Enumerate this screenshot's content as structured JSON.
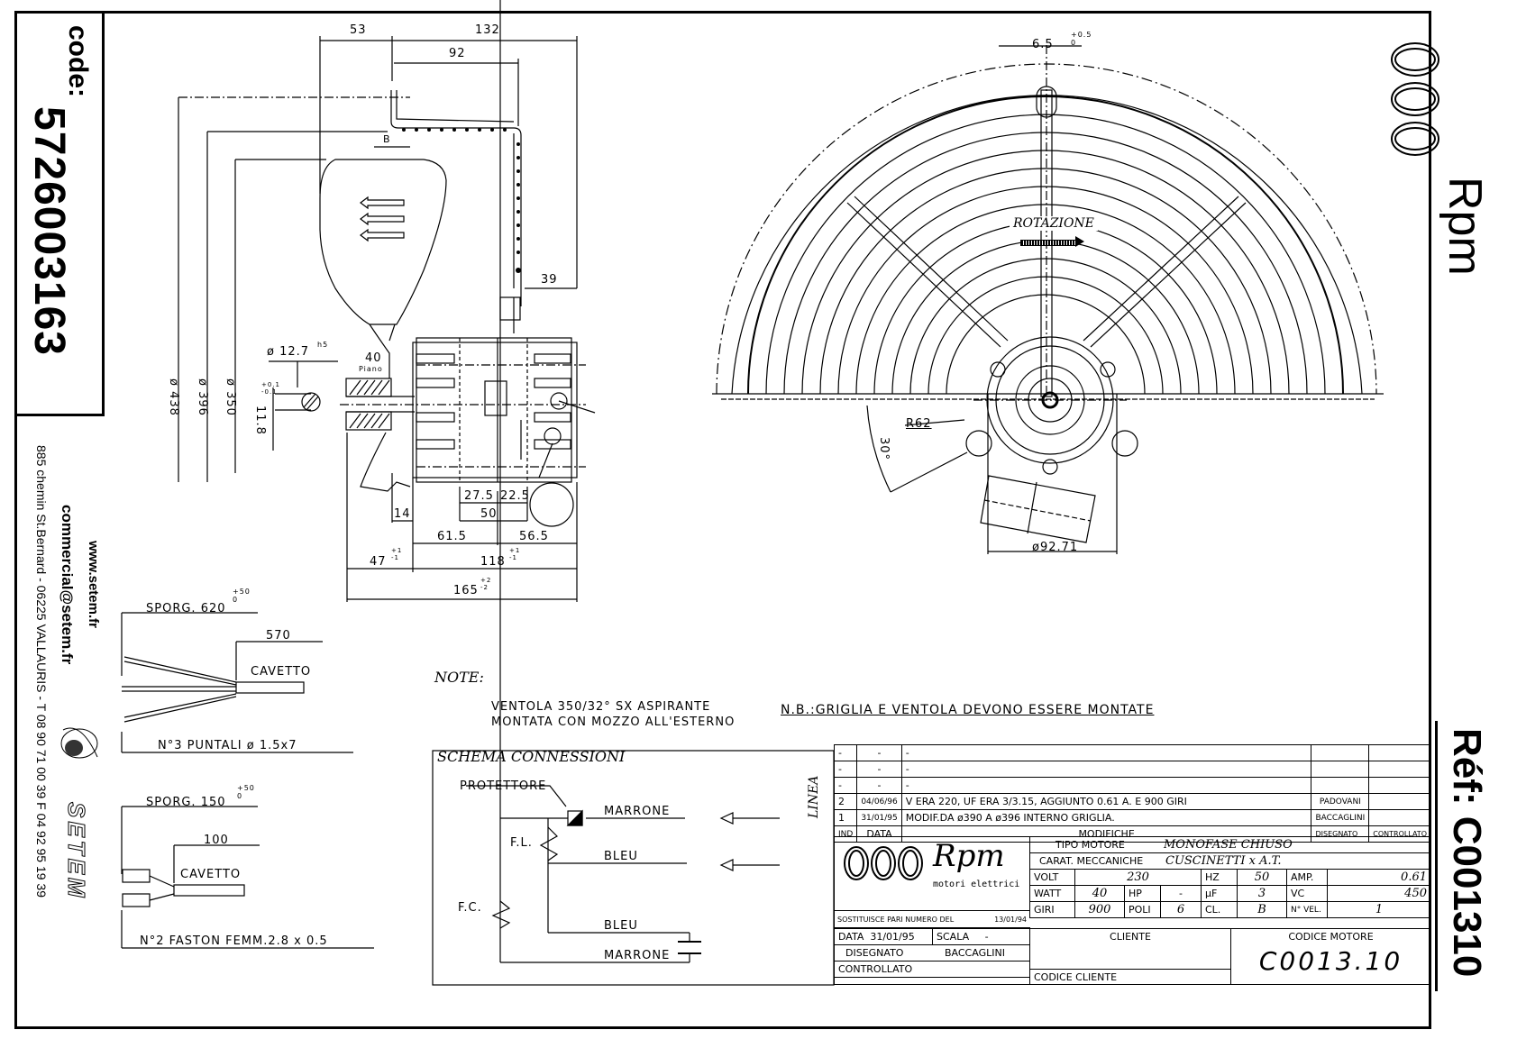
{
  "sidebar": {
    "code_label": "code:",
    "code_value": "5726003163",
    "website": "www.setem.fr",
    "email": "commercial@setem.fr",
    "address": "885 chemin St.Bernard  -  06225 VALLAURIS  -  T 08 90 71 00 39   F 04 92 95 19 39",
    "brand": "SETEM"
  },
  "right_strip": {
    "brand": "Rpm",
    "ref": "Réf: C001310"
  },
  "side_view": {
    "dims": {
      "d53": "53",
      "d132": "132",
      "d92": "92",
      "dB": "B",
      "d39": "39",
      "dia438": "ø 438",
      "dia396": "ø 396",
      "dia350": "ø 350",
      "shaft_dia": "ø 12.7",
      "shaft_tol": "h5",
      "flat": "11.8",
      "flat_tol": "+0.1 -0.1",
      "d40": "40",
      "piano": "Piano",
      "d14": "14",
      "d27_5": "27.5",
      "d22_5": "22.5",
      "d50": "50",
      "d61_5": "61.5",
      "d56_5": "56.5",
      "d47": "47",
      "d47_tol": "+1 -1",
      "d118": "118",
      "d118_tol": "+1 -1",
      "d165": "165",
      "d165_tol": "+2 -2"
    }
  },
  "front_view": {
    "slot": "6.5",
    "slot_tol": "+0.5 0",
    "rotation": "ROTAZIONE",
    "radius": "R62",
    "angle": "30°",
    "dia": "ø92.71"
  },
  "cables": {
    "cable1": {
      "sporg": "SPORG. 620",
      "tol": "+50 0",
      "len": "570",
      "label": "CAVETTO",
      "desc": "N°3 PUNTALI ø 1.5x7"
    },
    "cable2": {
      "sporg": "SPORG. 150",
      "tol": "+50 0",
      "len": "100",
      "label": "CAVETTO",
      "desc": "N°2 FASTON FEMM.2.8 x 0.5"
    }
  },
  "notes": {
    "title": "NOTE:",
    "line1": "VENTOLA 350/32° SX ASPIRANTE",
    "line2": "MONTATA CON MOZZO ALL'ESTERNO",
    "nb": "N.B.:GRIGLIA E VENTOLA DEVONO ESSERE MONTATE"
  },
  "schema": {
    "title": "SCHEMA CONNESSIONI",
    "protettore": "PROTETTORE",
    "wire1": "MARRONE",
    "wire2": "BLEU",
    "wire3": "BLEU",
    "wire4": "MARRONE",
    "fl": "F.L.",
    "fc": "F.C.",
    "linea": "LINEA"
  },
  "revisions": {
    "headers": [
      "IND",
      "DATA",
      "MODIFICHE",
      "DISEGNATO",
      "CONTROLLATO"
    ],
    "rows": [
      [
        "-",
        "-",
        "-",
        "",
        ""
      ],
      [
        "-",
        "-",
        "-",
        "",
        ""
      ],
      [
        "-",
        "-",
        "-",
        "",
        ""
      ],
      [
        "2",
        "04/06/96",
        "V ERA 220, UF ERA 3/3.15, AGGIUNTO 0.61 A. E 900 GIRI",
        "PADOVANI",
        ""
      ],
      [
        "1",
        "31/01/95",
        "MODIF.DA ø390 A ø396 INTERNO GRIGLIA.",
        "BACCAGLINI",
        ""
      ]
    ]
  },
  "title_block": {
    "logo": "Rpm",
    "logo_sub": "motori elettrici",
    "tipo_motore_label": "TIPO MOTORE",
    "tipo_motore": "MONOFASE CHIUSO",
    "carat_label": "CARAT. MECCANICHE",
    "carat": "CUSCINETTI x A.T.",
    "volt_label": "VOLT",
    "volt": "230",
    "hz_label": "HZ",
    "hz": "50",
    "amp_label": "AMP.",
    "amp": "0.61",
    "watt_label": "WATT",
    "watt": "40",
    "hp_label": "HP",
    "hp": "-",
    "uf_label": "µF",
    "uf": "3",
    "vc_label": "VC",
    "vc": "450",
    "giri_label": "GIRI",
    "giri": "900",
    "poli_label": "POLI",
    "poli": "6",
    "cl_label": "CL.",
    "cl": "B",
    "vel_label": "N° VEL.",
    "vel": "1",
    "sostituisce": "SOSTITUISCE PARI NUMERO DEL",
    "sostituisce_date": "13/01/94",
    "data_label": "DATA",
    "data": "31/01/95",
    "scala_label": "SCALA",
    "scala": "-",
    "disegnato_label": "DISEGNATO",
    "disegnato": "BACCAGLINI",
    "controllato_label": "CONTROLLATO",
    "cliente_label": "CLIENTE",
    "codice_cliente_label": "CODICE CLIENTE",
    "codice_motore_label": "CODICE MOTORE",
    "codice_motore": "C0013.10"
  }
}
